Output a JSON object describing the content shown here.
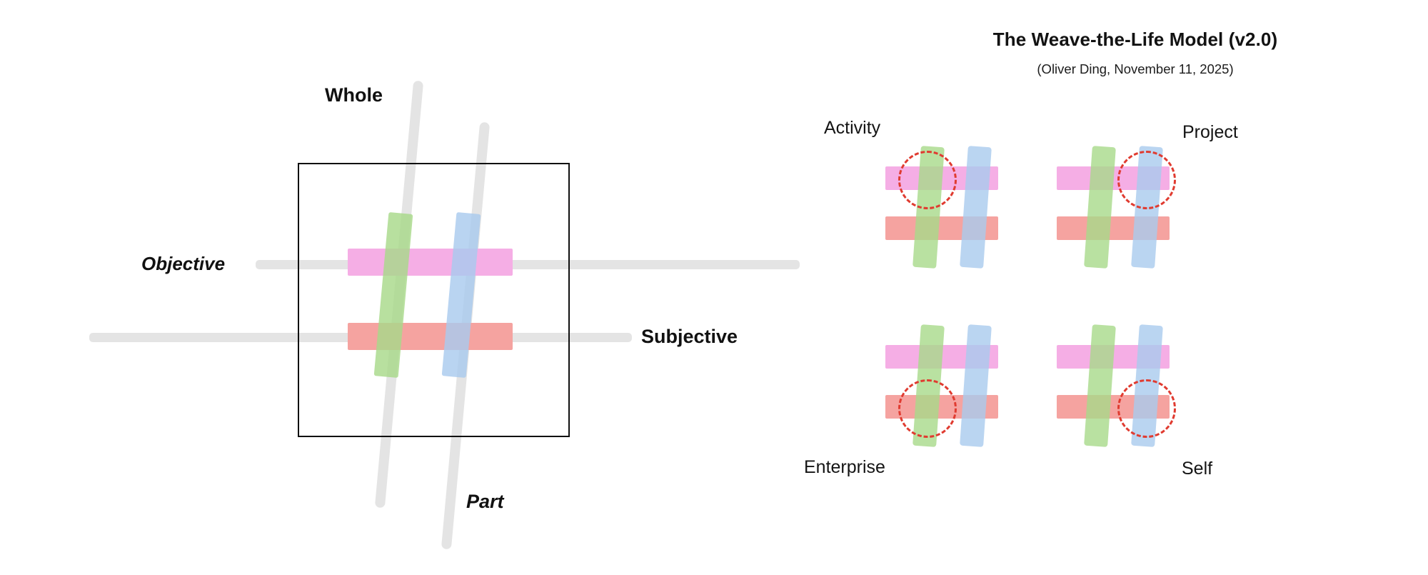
{
  "header": {
    "title": "The Weave-the-Life Model (v2.0)",
    "subtitle": "(Oliver Ding, November 11, 2025)"
  },
  "left_diagram": {
    "labels": {
      "whole": "Whole",
      "part": "Part",
      "objective": "Objective",
      "subjective": "Subjective"
    },
    "colors": {
      "green_bar": "#a8d98a",
      "blue_bar": "#a9cbee",
      "pink_bar": "#f5aee5",
      "red_bar": "#f5a3a0",
      "axis_grey": "#e4e4e4",
      "box_outline": "#101010"
    }
  },
  "quadrants": [
    {
      "name": "activity",
      "label": "Activity",
      "label_position": "top-left",
      "highlight": "green-x-pink"
    },
    {
      "name": "project",
      "label": "Project",
      "label_position": "top-right",
      "highlight": "blue-x-pink"
    },
    {
      "name": "enterprise",
      "label": "Enterprise",
      "label_position": "bottom-left",
      "highlight": "green-x-red"
    },
    {
      "name": "self",
      "label": "Self",
      "label_position": "bottom-right",
      "highlight": "blue-x-red"
    }
  ],
  "highlight_color": "#e03b30"
}
